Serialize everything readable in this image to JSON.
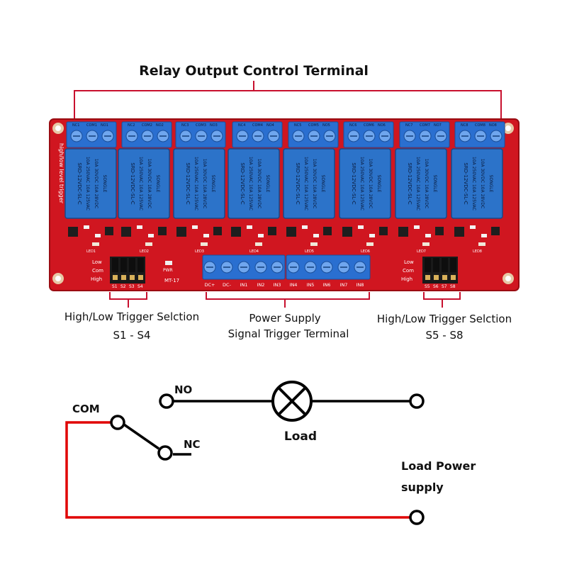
{
  "colors": {
    "board": "#d01620",
    "board_edge": "#9a0c12",
    "relay": "#2c73c9",
    "terminal": "#2a6fd0",
    "callout": "#c8102e",
    "wire_red": "#e00000",
    "wire_black": "#000000"
  },
  "labels": {
    "relay_output": "Relay Output Control Terminal",
    "hl_left_line1": "High/Low Trigger Selction",
    "hl_left_line2": "S1 - S4",
    "power_line1": "Power Supply",
    "power_line2": "Signal Trigger Terminal",
    "hl_right_line1": "High/Low Trigger Selction",
    "hl_right_line2": "S5 - S8"
  },
  "board": {
    "side_text": "high/low level trigger",
    "relay_model": "SRD-12VDC-SL-C",
    "relay_brand": "SONGLE",
    "relay_rating_1": "10A 250VAC  10A 125VAC",
    "relay_rating_2": "10A 30VDC  10A 28VDC",
    "model_text": "MT-17",
    "pwr_label": "PWR",
    "jumper_left_rows": [
      "Low",
      "Com",
      "High"
    ],
    "jumper_right_rows": [
      "Low",
      "Com",
      "High"
    ],
    "jumper_left_names": [
      "S1",
      "S2",
      "S3",
      "S4"
    ],
    "jumper_right_names": [
      "S5",
      "S6",
      "S7",
      "S8"
    ],
    "input_pins": [
      "DC+",
      "DC-",
      "IN1",
      "IN2",
      "IN3",
      "IN4",
      "IN5",
      "IN6",
      "IN7",
      "IN8"
    ],
    "led_labels": [
      "LED1",
      "LED2",
      "LED3",
      "LED4",
      "LED5",
      "LED6",
      "LED7",
      "LED8"
    ],
    "top_terminals": [
      [
        "NC1",
        "COM1",
        "NO1"
      ],
      [
        "NC2",
        "COM2",
        "NO2"
      ],
      [
        "NC3",
        "COM3",
        "NO3"
      ],
      [
        "NC4",
        "COM4",
        "NO4"
      ],
      [
        "NC5",
        "COM5",
        "NO5"
      ],
      [
        "NC6",
        "COM6",
        "NO6"
      ],
      [
        "NC7",
        "COM7",
        "NO7"
      ],
      [
        "NC8",
        "COM8",
        "NO8"
      ]
    ]
  },
  "schematic": {
    "no": "NO",
    "com": "COM",
    "nc": "NC",
    "load": "Load",
    "supply_line1": "Load Power",
    "supply_line2": "supply"
  }
}
